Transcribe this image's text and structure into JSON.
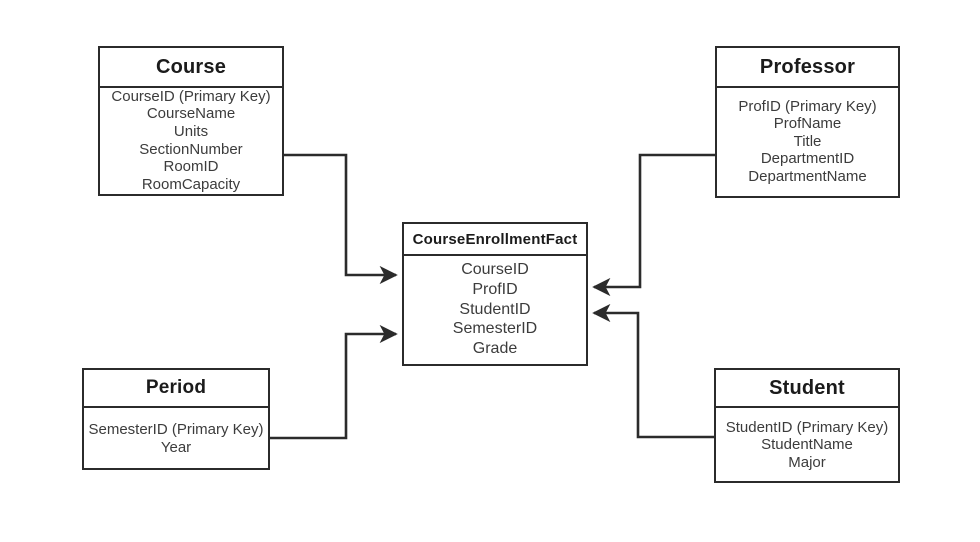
{
  "diagram": {
    "type": "star-schema-er-diagram",
    "background_color": "#ffffff",
    "line_color": "#2b2b2b",
    "title_color": "#1b1b1b",
    "field_color": "#3c3c3c"
  },
  "entities": {
    "course": {
      "title": "Course",
      "fields": [
        "CourseID (Primary Key)",
        "CourseName",
        "Units",
        "SectionNumber",
        "RoomID",
        "RoomCapacity"
      ]
    },
    "professor": {
      "title": "Professor",
      "fields": [
        "ProfID (Primary Key)",
        "ProfName",
        "Title",
        "DepartmentID",
        "DepartmentName"
      ]
    },
    "fact": {
      "title": "CourseEnrollmentFact",
      "fields": [
        "CourseID",
        "ProfID",
        "StudentID",
        "SemesterID",
        "Grade"
      ]
    },
    "period": {
      "title": "Period",
      "fields": [
        "SemesterID (Primary Key)",
        "Year"
      ]
    },
    "student": {
      "title": "Student",
      "fields": [
        "StudentID (Primary Key)",
        "StudentName",
        "Major"
      ]
    }
  },
  "relationships": [
    {
      "name": "course-to-fact",
      "from": "course",
      "to": "fact",
      "arrow_direction": "right"
    },
    {
      "name": "period-to-fact",
      "from": "period",
      "to": "fact",
      "arrow_direction": "right"
    },
    {
      "name": "professor-to-fact",
      "from": "professor",
      "to": "fact",
      "arrow_direction": "left"
    },
    {
      "name": "student-to-fact",
      "from": "student",
      "to": "fact",
      "arrow_direction": "left"
    }
  ]
}
